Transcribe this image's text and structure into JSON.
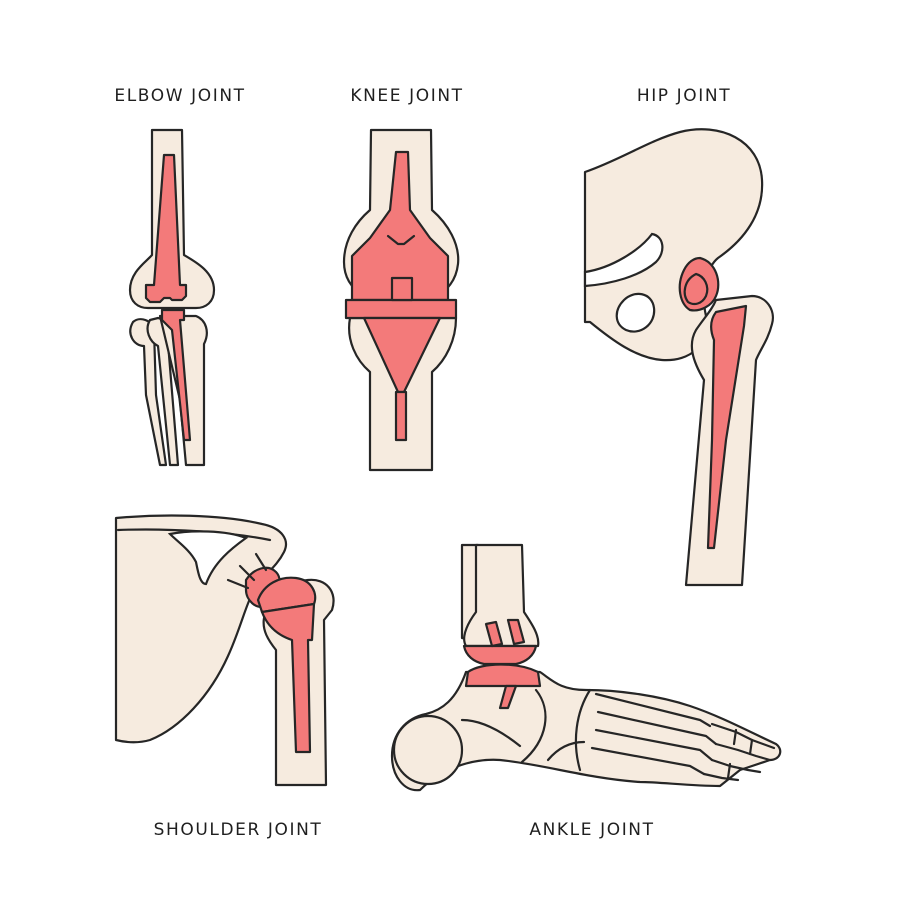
{
  "colors": {
    "bone": "#f6ebdf",
    "implant": "#f37a7a",
    "outline": "#262626",
    "background": "#ffffff"
  },
  "panels": {
    "elbow": {
      "label": "ELBOW JOINT",
      "icon": "elbow-joint-implant-icon"
    },
    "knee": {
      "label": "KNEE JOINT",
      "icon": "knee-joint-implant-icon"
    },
    "hip": {
      "label": "HIP JOINT",
      "icon": "hip-joint-implant-icon"
    },
    "shoulder": {
      "label": "SHOULDER JOINT",
      "icon": "shoulder-joint-implant-icon"
    },
    "ankle": {
      "label": "ANKLE JOINT",
      "icon": "ankle-joint-implant-icon"
    }
  }
}
